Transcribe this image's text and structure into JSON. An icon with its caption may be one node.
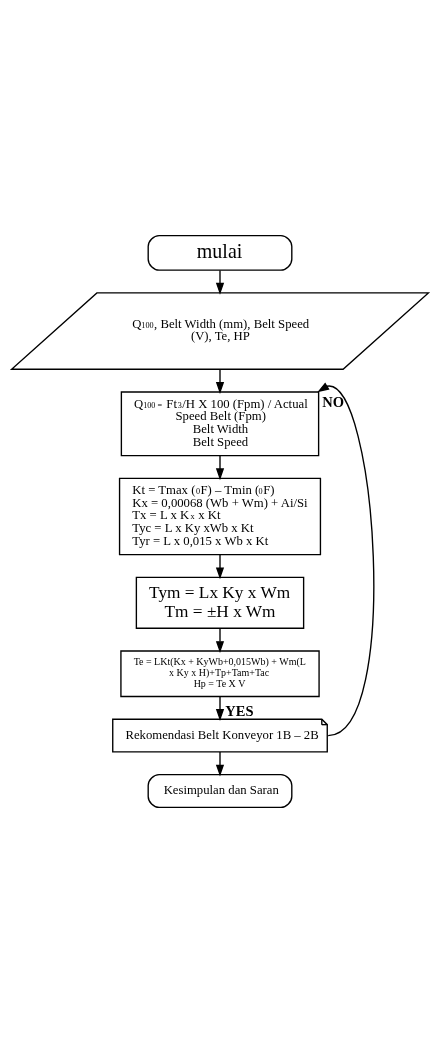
{
  "diagram": {
    "nodes": [
      {
        "text": [
          "mulai"
        ]
      },
      {
        "text": [
          "Q$_{100}$, Belt Width (mm), Belt Speed (V), Te, HP"
        ]
      },
      {
        "text": [
          "Q$_{100 =}$ Ft$^{3}$/H X 100 (Fpm) / Actual Speed Belt (Fpm)",
          "Belt Width",
          "Belt Speed"
        ]
      },
      {
        "text": [
          "Kt = Tmax ($^{0}$F) – Tmin ($^{0}$F)",
          "Kx = 0,00068 (Wb + Wm) + Ai/Si",
          "Tx = L x K$_{x}$ x Kt",
          "Tyc = L x Ky xWb x Kt",
          "Tyr = L x 0,015 x Wb x Kt"
        ]
      },
      {
        "text": [
          "Tym = Lx Ky x Wm",
          "Tm = ±H x Wm"
        ]
      },
      {
        "text": [
          "Te = LKt(Kx + KyWb+0,015Wb) + Wm(L x Ky x H)+Tp+Tam+Tac",
          "Hp = Te X V"
        ]
      },
      {
        "text": [
          "Rekomendasi Belt Konveyor 1B – 2B"
        ]
      },
      {
        "text": [
          "Kesimpulan dan Saran"
        ]
      }
    ],
    "edges": [
      {
        "from": 0,
        "to": 1,
        "arrow": "to"
      },
      {
        "from": 1,
        "to": 2,
        "arrow": "to"
      },
      {
        "from": 2,
        "to": 3,
        "arrow": "to"
      },
      {
        "from": 3,
        "to": 4,
        "arrow": "to"
      },
      {
        "from": 4,
        "to": 5,
        "arrow": "to"
      },
      {
        "from": 5,
        "to": 6,
        "arrow": "to",
        "label": "YES"
      },
      {
        "from": 6,
        "to": 7,
        "arrow": "to"
      },
      {
        "from": 6,
        "to": 2,
        "arrow": "to",
        "label": "NO"
      }
    ]
  }
}
